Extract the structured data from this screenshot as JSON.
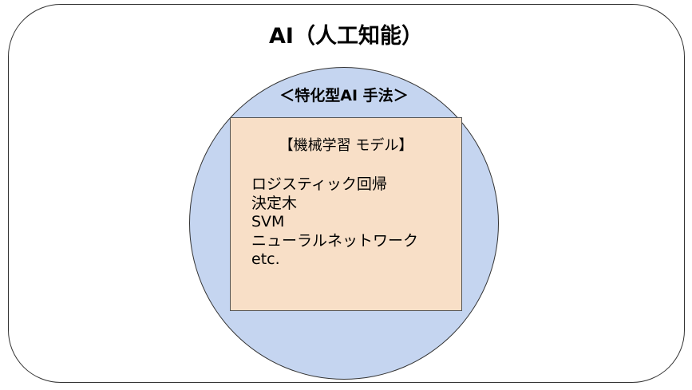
{
  "diagram": {
    "title": "AI（人工知能）",
    "subtitle": "＜特化型AI 手法＞",
    "box_title": "【機械学習 モデル】",
    "models": [
      "ロジスティック回帰",
      "決定木",
      "SVM",
      "ニューラルネットワーク",
      "etc."
    ],
    "colors": {
      "circle_fill": "#c5d5f0",
      "box_fill": "#f8dfc7",
      "outline": "#333333"
    }
  }
}
